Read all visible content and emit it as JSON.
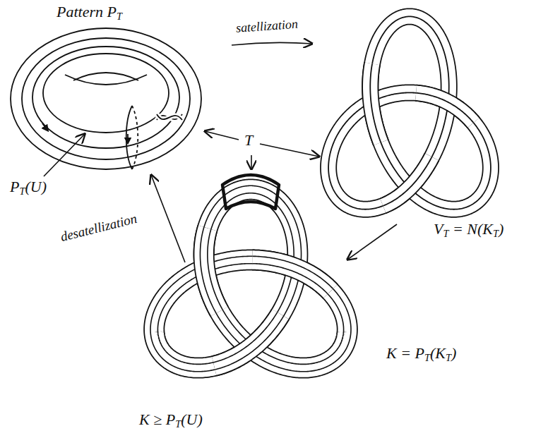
{
  "diagram": {
    "labels": [
      "Pattern PT",
      "satellization",
      "T",
      "PT(U)",
      "VT = N(KT)",
      "desatellization",
      "K = PT(KT)",
      "K ≥ PT(U)"
    ]
  }
}
